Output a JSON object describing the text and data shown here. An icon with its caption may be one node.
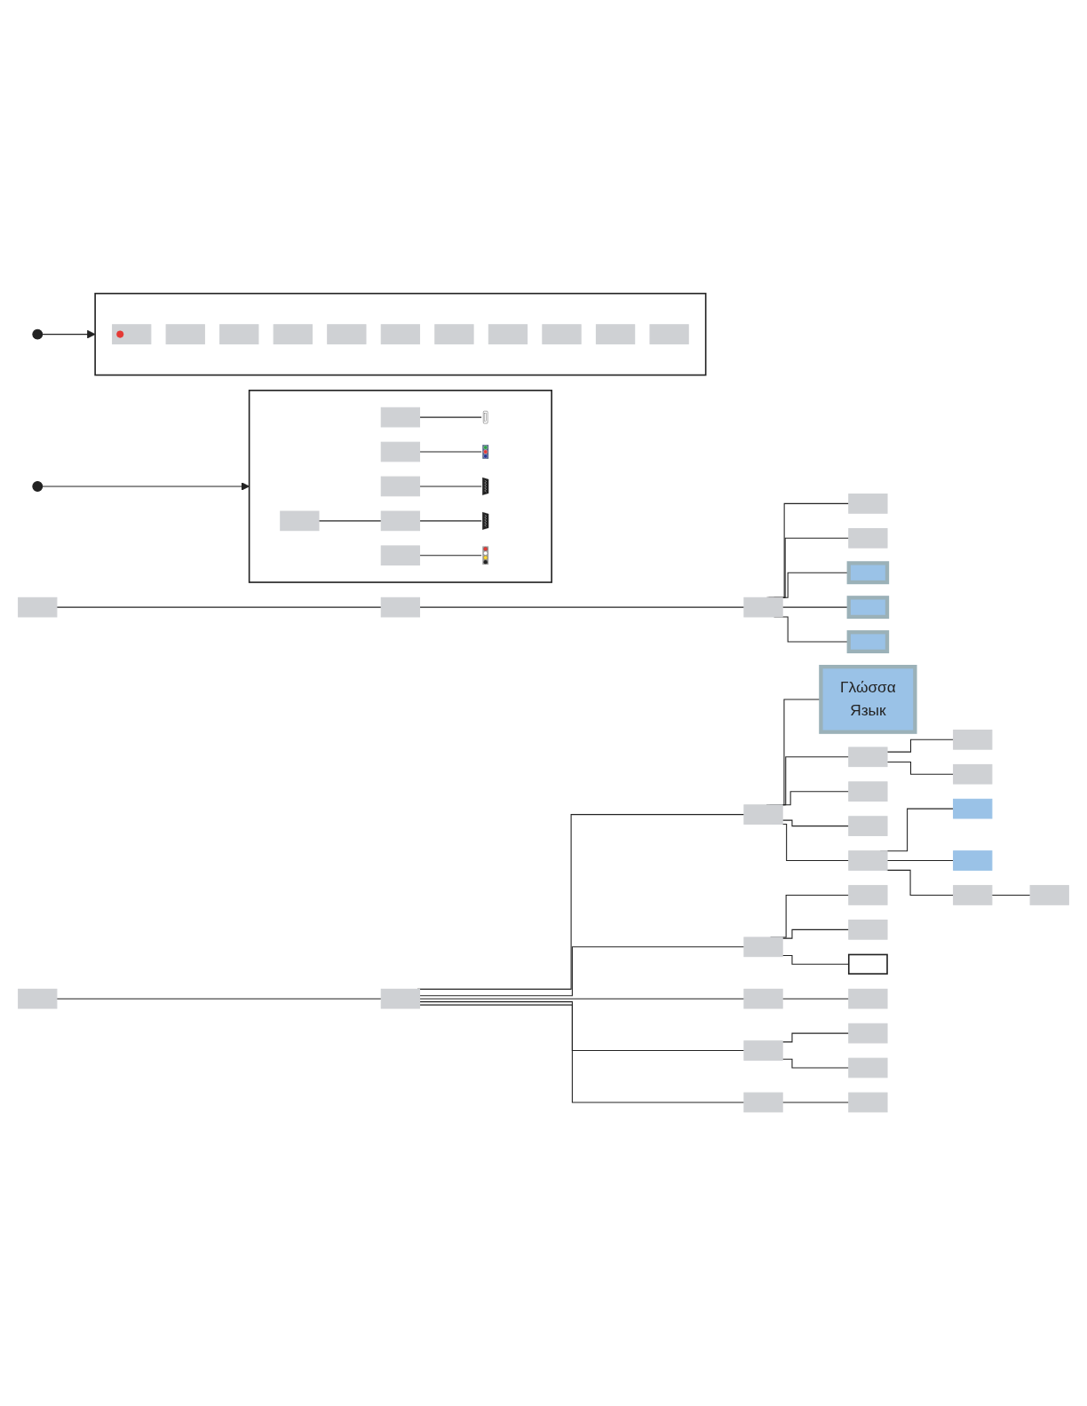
{
  "diagram": {
    "nodes": [
      {
        "text": [],
        "shape": "bar"
      },
      {
        "text": [],
        "shape": "bar"
      },
      {
        "text": [],
        "shape": "bar"
      },
      {
        "text": [],
        "shape": "bar"
      },
      {
        "text": [],
        "shape": "bar"
      },
      {
        "text": [],
        "shape": "box"
      },
      {
        "text": [],
        "shape": "box"
      },
      {
        "text": [],
        "shape": "box"
      },
      {
        "text": [],
        "shape": "bar"
      },
      {
        "text": [],
        "shape": "bar"
      },
      {
        "text": [
          "Γλώσσα",
          "Язык"
        ]
      },
      {
        "text": [],
        "shape": "bar"
      },
      {
        "text": [],
        "shape": "bar"
      },
      {
        "text": [],
        "shape": "bar"
      },
      {
        "text": [],
        "shape": "bar"
      },
      {
        "text": [],
        "shape": "bar"
      },
      {
        "text": [],
        "shape": "bar"
      },
      {
        "text": [],
        "shape": "bar"
      },
      {
        "text": [],
        "shape": "box"
      },
      {
        "text": [],
        "shape": "box"
      },
      {
        "text": [],
        "shape": "bar"
      },
      {
        "text": [],
        "shape": "bar"
      },
      {
        "text": [],
        "shape": "bar"
      },
      {
        "text": [],
        "shape": "bar"
      },
      {
        "text": [],
        "shape": "bar"
      },
      {
        "text": [],
        "shape": "box"
      },
      {
        "text": [],
        "shape": "circle"
      },
      {
        "text": [],
        "shape": "box"
      },
      {
        "text": [],
        "shape": "bar",
        "in": 27
      },
      {
        "text": [],
        "shape": "picture",
        "in": 27
      },
      {
        "text": [],
        "shape": "bar",
        "in": 27
      },
      {
        "text": [],
        "shape": "picture",
        "in": 27
      },
      {
        "text": [],
        "shape": "bar",
        "in": 27
      },
      {
        "text": [],
        "shape": "picture",
        "in": 27
      },
      {
        "text": [],
        "shape": "bar",
        "in": 27
      },
      {
        "text": [],
        "shape": "bar",
        "in": 27
      },
      {
        "text": [],
        "shape": "picture",
        "in": 27
      },
      {
        "text": [],
        "shape": "bar",
        "in": 27
      },
      {
        "text": [],
        "shape": "picture",
        "in": 27
      },
      {
        "text": [],
        "shape": "circle"
      },
      {
        "text": [],
        "shape": "box"
      },
      {
        "text": [],
        "shape": "bar",
        "in": 40
      },
      {
        "text": [],
        "shape": "bar",
        "in": 40
      },
      {
        "text": [],
        "shape": "bar",
        "in": 40
      },
      {
        "text": [],
        "shape": "bar",
        "in": 40
      },
      {
        "text": [],
        "shape": "bar",
        "in": 40
      },
      {
        "text": [],
        "shape": "bar",
        "in": 40
      },
      {
        "text": [],
        "shape": "bar",
        "in": 40
      },
      {
        "text": [],
        "shape": "bar",
        "in": 40
      },
      {
        "text": [],
        "shape": "bar",
        "in": 40
      },
      {
        "text": [],
        "shape": "bar",
        "in": 40
      },
      {
        "text": [],
        "shape": "bar",
        "in": 40
      },
      {
        "text": [],
        "shape": "bar"
      },
      {
        "text": [],
        "shape": "bar"
      },
      {
        "text": [],
        "shape": "bar"
      },
      {
        "text": [],
        "shape": "bar"
      },
      {
        "text": [],
        "shape": "bar"
      },
      {
        "text": [],
        "shape": "bar"
      },
      {
        "text": [],
        "shape": "bar"
      }
    ],
    "edges": [
      {
        "from": 0,
        "to": 1,
        "arrow": "none"
      },
      {
        "from": 1,
        "to": 2,
        "arrow": "none"
      },
      {
        "from": 2,
        "to": 3,
        "arrow": "none"
      },
      {
        "from": 2,
        "to": 4,
        "arrow": "none"
      },
      {
        "from": 2,
        "to": 5,
        "arrow": "none"
      },
      {
        "from": 2,
        "to": 6,
        "arrow": "none"
      },
      {
        "from": 2,
        "to": 7,
        "arrow": "none"
      },
      {
        "from": 8,
        "to": 9,
        "arrow": "none"
      },
      {
        "from": 9,
        "to": 11,
        "arrow": "none"
      },
      {
        "from": 11,
        "to": 10,
        "arrow": "none"
      },
      {
        "from": 11,
        "to": 12,
        "arrow": "none"
      },
      {
        "from": 12,
        "to": 13,
        "arrow": "none"
      },
      {
        "from": 12,
        "to": 14,
        "arrow": "none"
      },
      {
        "from": 11,
        "to": 15,
        "arrow": "none"
      },
      {
        "from": 11,
        "to": 16,
        "arrow": "none"
      },
      {
        "from": 11,
        "to": 17,
        "arrow": "none"
      },
      {
        "from": 17,
        "to": 18,
        "arrow": "none"
      },
      {
        "from": 17,
        "to": 19,
        "arrow": "none"
      },
      {
        "from": 17,
        "to": 20,
        "arrow": "none"
      },
      {
        "from": 20,
        "to": 21,
        "arrow": "none"
      },
      {
        "from": 9,
        "to": 22,
        "arrow": "none"
      },
      {
        "from": 22,
        "to": 23,
        "arrow": "none"
      },
      {
        "from": 22,
        "to": 24,
        "arrow": "none"
      },
      {
        "from": 22,
        "to": 25,
        "arrow": "none"
      },
      {
        "from": 39,
        "to": 27,
        "arrow": "to"
      },
      {
        "from": 28,
        "to": 29,
        "arrow": "none"
      },
      {
        "from": 30,
        "to": 31,
        "arrow": "none"
      },
      {
        "from": 32,
        "to": 33,
        "arrow": "none"
      },
      {
        "from": 34,
        "to": 35,
        "arrow": "none"
      },
      {
        "from": 35,
        "to": 36,
        "arrow": "none"
      },
      {
        "from": 37,
        "to": 38,
        "arrow": "none"
      },
      {
        "from": 26,
        "to": 40,
        "arrow": "to"
      },
      {
        "from": 9,
        "to": 52,
        "arrow": "none"
      },
      {
        "from": 52,
        "to": 53,
        "arrow": "none"
      },
      {
        "from": 9,
        "to": 54,
        "arrow": "none"
      },
      {
        "from": 54,
        "to": 55,
        "arrow": "none"
      },
      {
        "from": 54,
        "to": 56,
        "arrow": "none"
      },
      {
        "from": 9,
        "to": 57,
        "arrow": "none"
      },
      {
        "from": 57,
        "to": 58,
        "arrow": "none"
      }
    ]
  }
}
